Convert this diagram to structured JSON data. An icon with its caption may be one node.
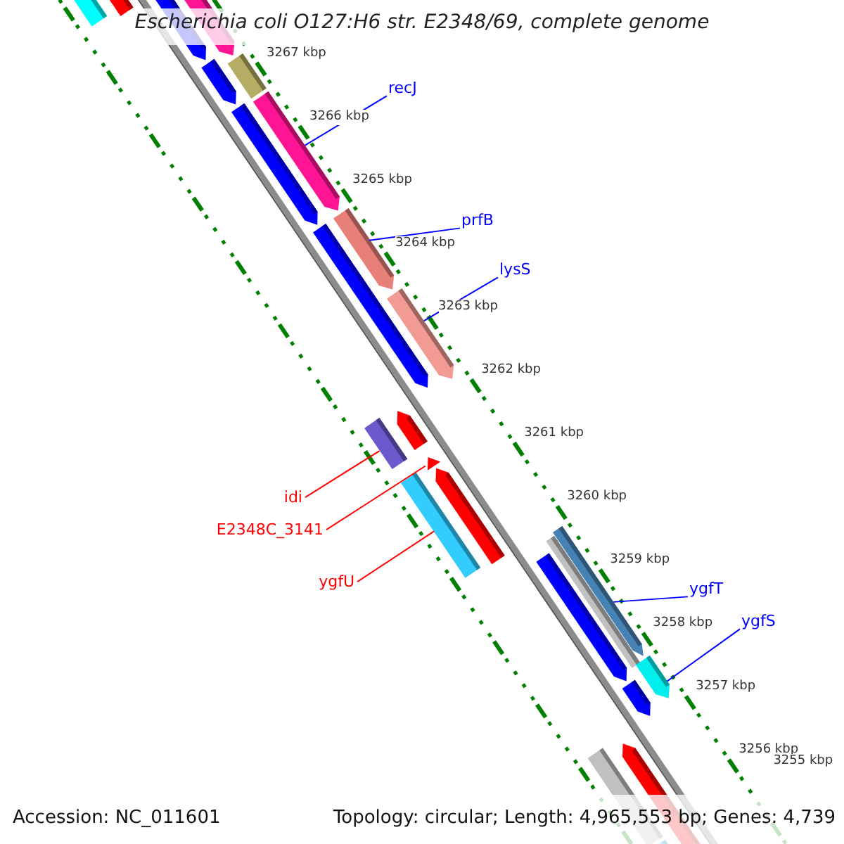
{
  "diagram": {
    "title": "Escherichia coli O127:H6 str. E2348/69, complete genome",
    "nodes": [
      {
        "text": [
          "recJ"
        ]
      },
      {
        "text": [],
        "shape": "bar"
      },
      {
        "text": [
          "prfB"
        ]
      },
      {
        "text": [],
        "shape": "bar"
      },
      {
        "text": [
          "lysS"
        ]
      },
      {
        "text": [],
        "shape": "bar"
      },
      {
        "text": [
          "idi"
        ]
      },
      {
        "text": [],
        "shape": "bar"
      },
      {
        "text": [
          "E2348C_3141"
        ]
      },
      {
        "text": [],
        "shape": "bar"
      },
      {
        "text": [
          "ygfU"
        ]
      },
      {
        "text": [],
        "shape": "bar"
      },
      {
        "text": [
          "ygfT"
        ]
      },
      {
        "text": [],
        "shape": "bar"
      },
      {
        "text": [
          "ygfS"
        ]
      },
      {
        "text": [],
        "shape": "bar"
      }
    ],
    "edges": [
      {
        "from": 0,
        "to": 1,
        "arrow": "none"
      },
      {
        "from": 2,
        "to": 3,
        "arrow": "none"
      },
      {
        "from": 4,
        "to": 5,
        "arrow": "none"
      },
      {
        "from": 6,
        "to": 7,
        "arrow": "none",
        "color": "#ff0000"
      },
      {
        "from": 8,
        "to": 9,
        "arrow": "none",
        "color": "#ff0000"
      },
      {
        "from": 10,
        "to": 11,
        "arrow": "none",
        "color": "#ff0000"
      },
      {
        "from": 12,
        "to": 13,
        "arrow": "none"
      },
      {
        "from": 14,
        "to": 15,
        "arrow": "none"
      }
    ],
    "labels": [
      "3267 kbp",
      "3266 kbp",
      "3265 kbp",
      "3264 kbp",
      "3263 kbp",
      "3262 kbp",
      "3261 kbp",
      "3260 kbp",
      "3259 kbp",
      "3258 kbp",
      "3257 kbp",
      "3256 kbp",
      "3255 kbp",
      "Accession: NC_011601",
      "Topology: circular; Length: 4,965,553 bp; Genes: 4,739"
    ]
  }
}
